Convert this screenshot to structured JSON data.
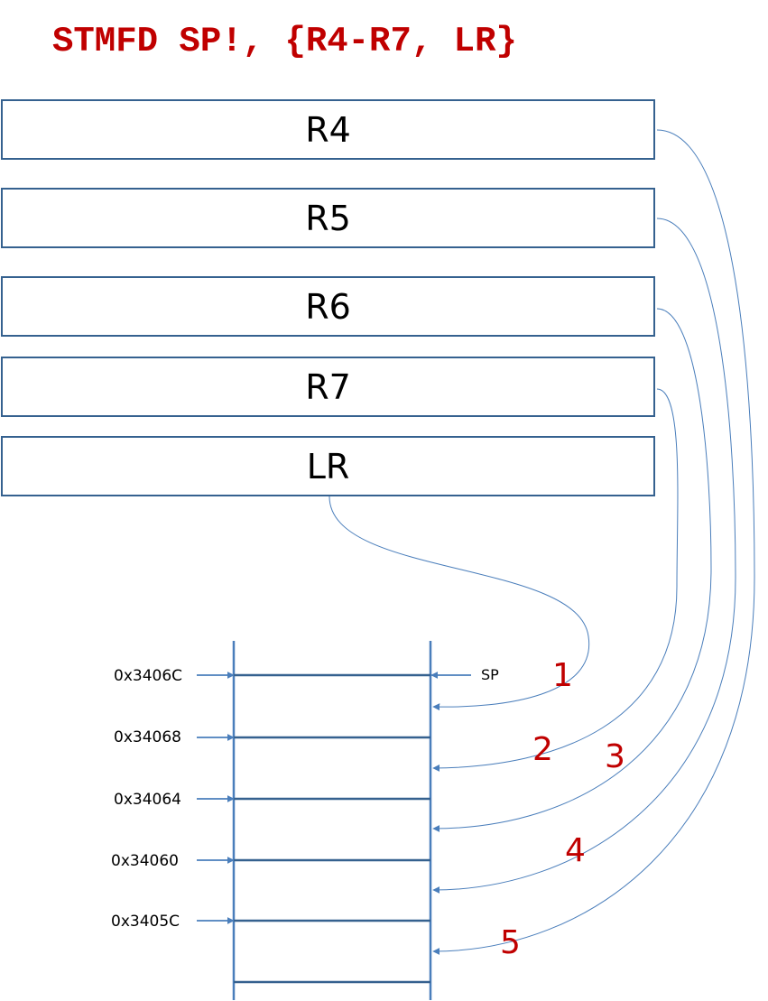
{
  "title": "STMFD SP!, {R4-R7, LR}",
  "registers": [
    "R4",
    "R5",
    "R6",
    "R7",
    "LR"
  ],
  "stack": {
    "addresses": [
      "0x3406C",
      "0x34068",
      "0x34064",
      "0x34060",
      "0x3405C"
    ],
    "pointer_label": "SP"
  },
  "push_order": [
    "1",
    "2",
    "3",
    "4",
    "5"
  ],
  "colors": {
    "title": "#c00000",
    "box_border": "#35618f",
    "arrow": "#4a7ebb",
    "stack_line": "#35618f",
    "number": "#c00000"
  }
}
